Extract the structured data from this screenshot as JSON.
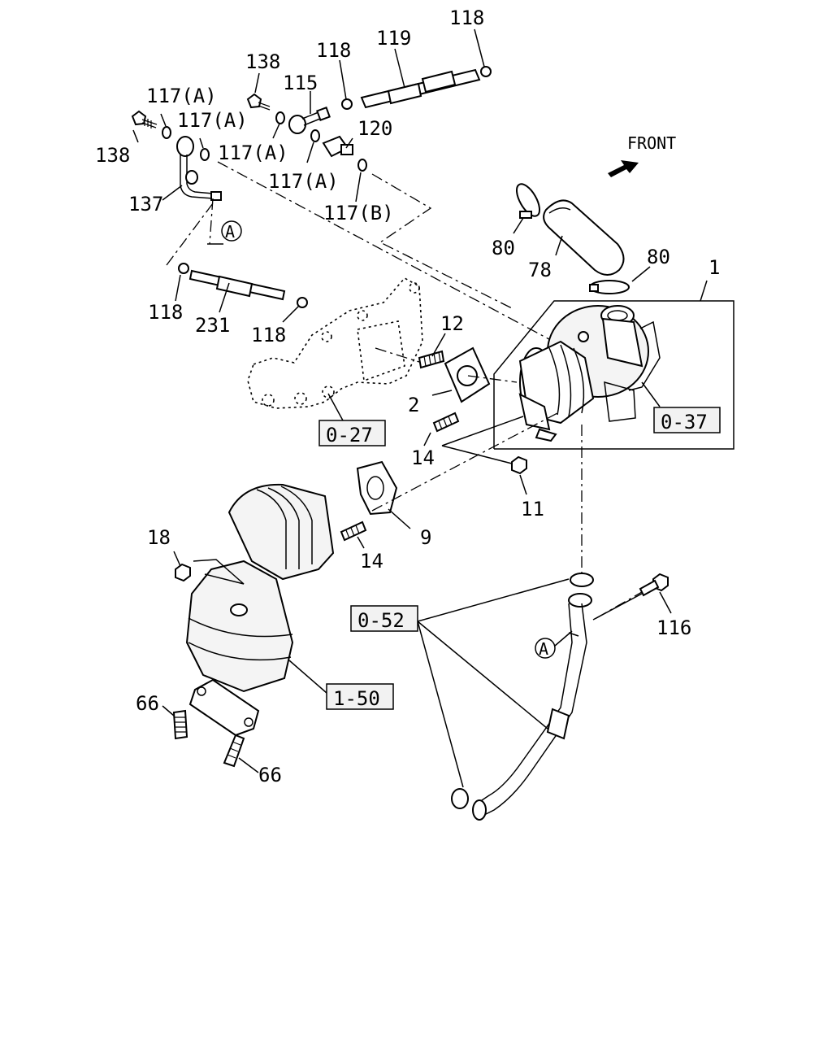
{
  "front_label": "FRONT",
  "callout_A": "A",
  "refs": {
    "r037": "0-37",
    "r027": "0-27",
    "r052": "0-52",
    "r150": "1-50"
  },
  "labels": {
    "p118_top": "118",
    "p119": "119",
    "p118_mid": "118",
    "p138_top": "138",
    "p115": "115",
    "p117a_1": "117(A)",
    "p117a_2": "117(A)",
    "p138_left": "138",
    "p117a_3": "117(A)",
    "p120": "120",
    "p117a_4": "117(A)",
    "p117b": "117(B)",
    "p137": "137",
    "p80_left": "80",
    "p78": "78",
    "p80_right": "80",
    "p1": "1",
    "p118_left": "118",
    "p231": "231",
    "p118_bottom": "118",
    "p12": "12",
    "p2": "2",
    "p14_top": "14",
    "p11": "11",
    "p9": "9",
    "p18": "18",
    "p14_bottom": "14",
    "p116": "116",
    "p66_left": "66",
    "p66_right": "66"
  }
}
